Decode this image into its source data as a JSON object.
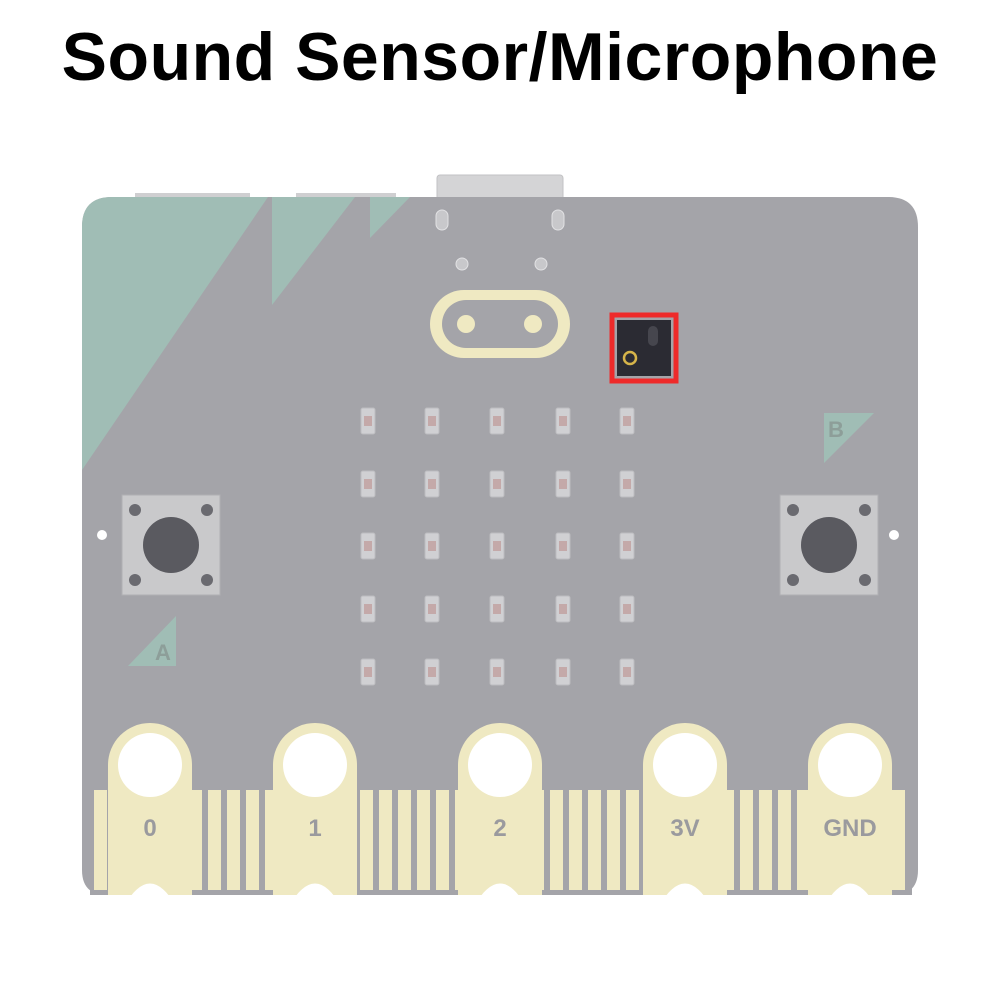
{
  "title": "Sound Sensor/Microphone",
  "board": {
    "pins": [
      "0",
      "1",
      "2",
      "3V",
      "GND"
    ],
    "buttons": [
      "A",
      "B"
    ],
    "led_rows": 5,
    "led_cols": 5
  },
  "highlight": {
    "component": "microphone",
    "color": "#ee2a2a"
  },
  "colors": {
    "board": "#a4a4a9",
    "accent": "#a0bdb5",
    "gold": "#efe9c2"
  }
}
